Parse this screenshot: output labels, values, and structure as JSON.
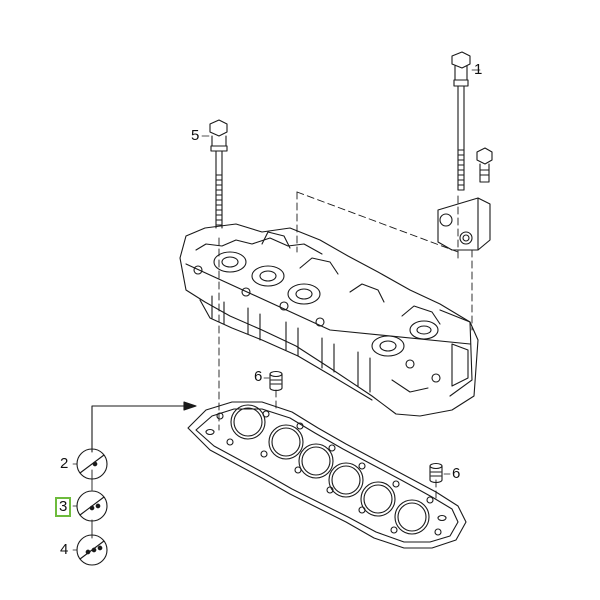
{
  "diagram": {
    "callouts": {
      "bolt_long": "1",
      "gasket_variant_a": "2",
      "gasket_variant_b": "3",
      "gasket_variant_c": "4",
      "bolt_short": "5",
      "dowel_sleeve_top": "6",
      "dowel_sleeve_right": "6"
    },
    "selected_callout": "3",
    "colors": {
      "line": "#1a1a1a",
      "highlight": "#6dbb3c",
      "background": "#ffffff"
    }
  }
}
